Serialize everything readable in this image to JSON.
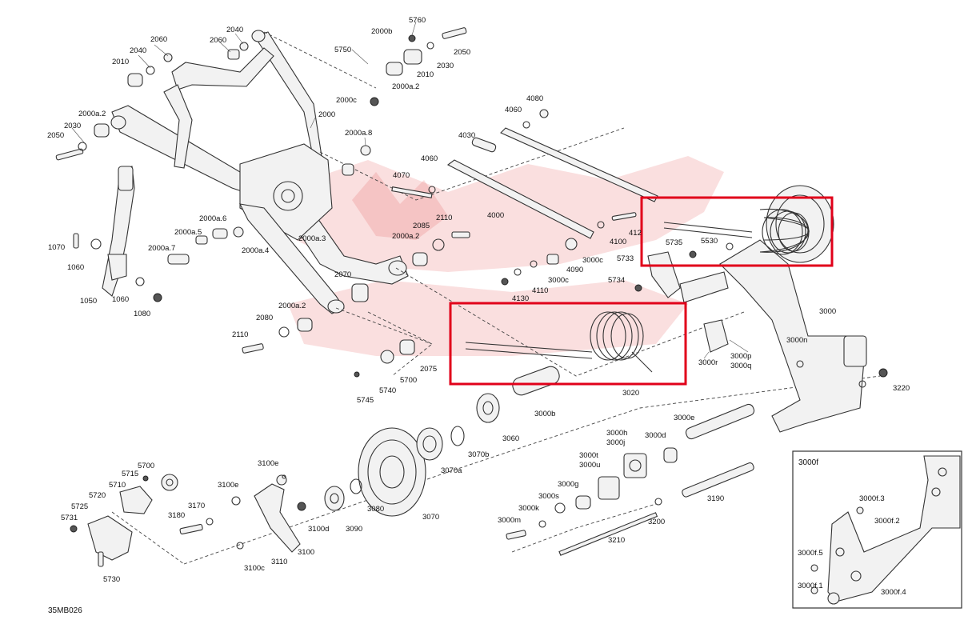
{
  "colors": {
    "highlight": "#e1001a",
    "line": "#333333",
    "watermark": "#e03a3a"
  },
  "diagram_code": "35MB026",
  "inset_title": "3000f",
  "callouts": [
    {
      "id": "c1",
      "text": "2060"
    },
    {
      "id": "c2",
      "text": "2040"
    },
    {
      "id": "c3",
      "text": "2060"
    },
    {
      "id": "c4",
      "text": "2040"
    },
    {
      "id": "c5",
      "text": "2010"
    },
    {
      "id": "c6",
      "text": "2000b"
    },
    {
      "id": "c7",
      "text": "5760"
    },
    {
      "id": "c8",
      "text": "5750"
    },
    {
      "id": "c9",
      "text": "2050"
    },
    {
      "id": "c10",
      "text": "2030"
    },
    {
      "id": "c11",
      "text": "2010"
    },
    {
      "id": "c12",
      "text": "2000a.2"
    },
    {
      "id": "c13",
      "text": "2000c"
    },
    {
      "id": "c14",
      "text": "2000a.2"
    },
    {
      "id": "c15",
      "text": "2030"
    },
    {
      "id": "c16",
      "text": "2050"
    },
    {
      "id": "c17",
      "text": "2000"
    },
    {
      "id": "c18",
      "text": "2000a.8"
    },
    {
      "id": "c19",
      "text": "4080"
    },
    {
      "id": "c20",
      "text": "4060"
    },
    {
      "id": "c21",
      "text": "4030"
    },
    {
      "id": "c22",
      "text": "4060"
    },
    {
      "id": "c23",
      "text": "4070"
    },
    {
      "id": "c24",
      "text": "4000"
    },
    {
      "id": "c25",
      "text": "1070"
    },
    {
      "id": "c26",
      "text": "1060"
    },
    {
      "id": "c27",
      "text": "2000a.6"
    },
    {
      "id": "c28",
      "text": "2000a.5"
    },
    {
      "id": "c29",
      "text": "2000a.7"
    },
    {
      "id": "c30",
      "text": "2000a.4"
    },
    {
      "id": "c31",
      "text": "2000a.3"
    },
    {
      "id": "c32",
      "text": "2085"
    },
    {
      "id": "c33",
      "text": "2110"
    },
    {
      "id": "c34",
      "text": "2000a.2"
    },
    {
      "id": "c35",
      "text": "4100"
    },
    {
      "id": "c36",
      "text": "412"
    },
    {
      "id": "c37",
      "text": "5735"
    },
    {
      "id": "c38",
      "text": "5530"
    },
    {
      "id": "c39",
      "text": "5733"
    },
    {
      "id": "c40",
      "text": "4090"
    },
    {
      "id": "c41",
      "text": "3000c"
    },
    {
      "id": "c42",
      "text": "3000c"
    },
    {
      "id": "c43",
      "text": "5734"
    },
    {
      "id": "c44",
      "text": "1050"
    },
    {
      "id": "c45",
      "text": "1060"
    },
    {
      "id": "c46",
      "text": "1080"
    },
    {
      "id": "c47",
      "text": "2070"
    },
    {
      "id": "c48",
      "text": "4110"
    },
    {
      "id": "c49",
      "text": "4130"
    },
    {
      "id": "c50",
      "text": "2000a.2"
    },
    {
      "id": "c51",
      "text": "2080"
    },
    {
      "id": "c52",
      "text": "2110"
    },
    {
      "id": "c53",
      "text": "3000"
    },
    {
      "id": "c54",
      "text": "3000n"
    },
    {
      "id": "c55",
      "text": "3000p"
    },
    {
      "id": "c56",
      "text": "3000q"
    },
    {
      "id": "c57",
      "text": "3000r"
    },
    {
      "id": "c58",
      "text": "5700"
    },
    {
      "id": "c59",
      "text": "2075"
    },
    {
      "id": "c60",
      "text": "5740"
    },
    {
      "id": "c61",
      "text": "5745"
    },
    {
      "id": "c62",
      "text": "3020"
    },
    {
      "id": "c63",
      "text": "3220"
    },
    {
      "id": "c64",
      "text": "3000b"
    },
    {
      "id": "c65",
      "text": "3060"
    },
    {
      "id": "c66",
      "text": "3000e"
    },
    {
      "id": "c67",
      "text": "3070b"
    },
    {
      "id": "c68",
      "text": "3070a"
    },
    {
      "id": "c69",
      "text": "3000h"
    },
    {
      "id": "c70",
      "text": "3000j"
    },
    {
      "id": "c71",
      "text": "3000d"
    },
    {
      "id": "c72",
      "text": "3000t"
    },
    {
      "id": "c73",
      "text": "3000u"
    },
    {
      "id": "c74",
      "text": "5700"
    },
    {
      "id": "c75",
      "text": "5715"
    },
    {
      "id": "c76",
      "text": "3100e"
    },
    {
      "id": "c77",
      "text": "5710"
    },
    {
      "id": "c78",
      "text": "5720"
    },
    {
      "id": "c79",
      "text": "3100e"
    },
    {
      "id": "c80",
      "text": "3170"
    },
    {
      "id": "c81",
      "text": "5725"
    },
    {
      "id": "c82",
      "text": "3180"
    },
    {
      "id": "c83",
      "text": "5731"
    },
    {
      "id": "c84",
      "text": "3100d"
    },
    {
      "id": "c85",
      "text": "3080"
    },
    {
      "id": "c86",
      "text": "3090"
    },
    {
      "id": "c87",
      "text": "3070"
    },
    {
      "id": "c88",
      "text": "3000g"
    },
    {
      "id": "c89",
      "text": "3000s"
    },
    {
      "id": "c90",
      "text": "3000k"
    },
    {
      "id": "c91",
      "text": "3000m"
    },
    {
      "id": "c92",
      "text": "3190"
    },
    {
      "id": "c93",
      "text": "3200"
    },
    {
      "id": "c94",
      "text": "3210"
    },
    {
      "id": "c95",
      "text": "3100"
    },
    {
      "id": "c96",
      "text": "3110"
    },
    {
      "id": "c97",
      "text": "3100c"
    },
    {
      "id": "c98",
      "text": "5730"
    },
    {
      "id": "c99",
      "text": "3000f.3"
    },
    {
      "id": "c100",
      "text": "3000f.2"
    },
    {
      "id": "c101",
      "text": "3000f.5"
    },
    {
      "id": "c102",
      "text": "3000f.1"
    },
    {
      "id": "c103",
      "text": "3000f.4"
    }
  ]
}
